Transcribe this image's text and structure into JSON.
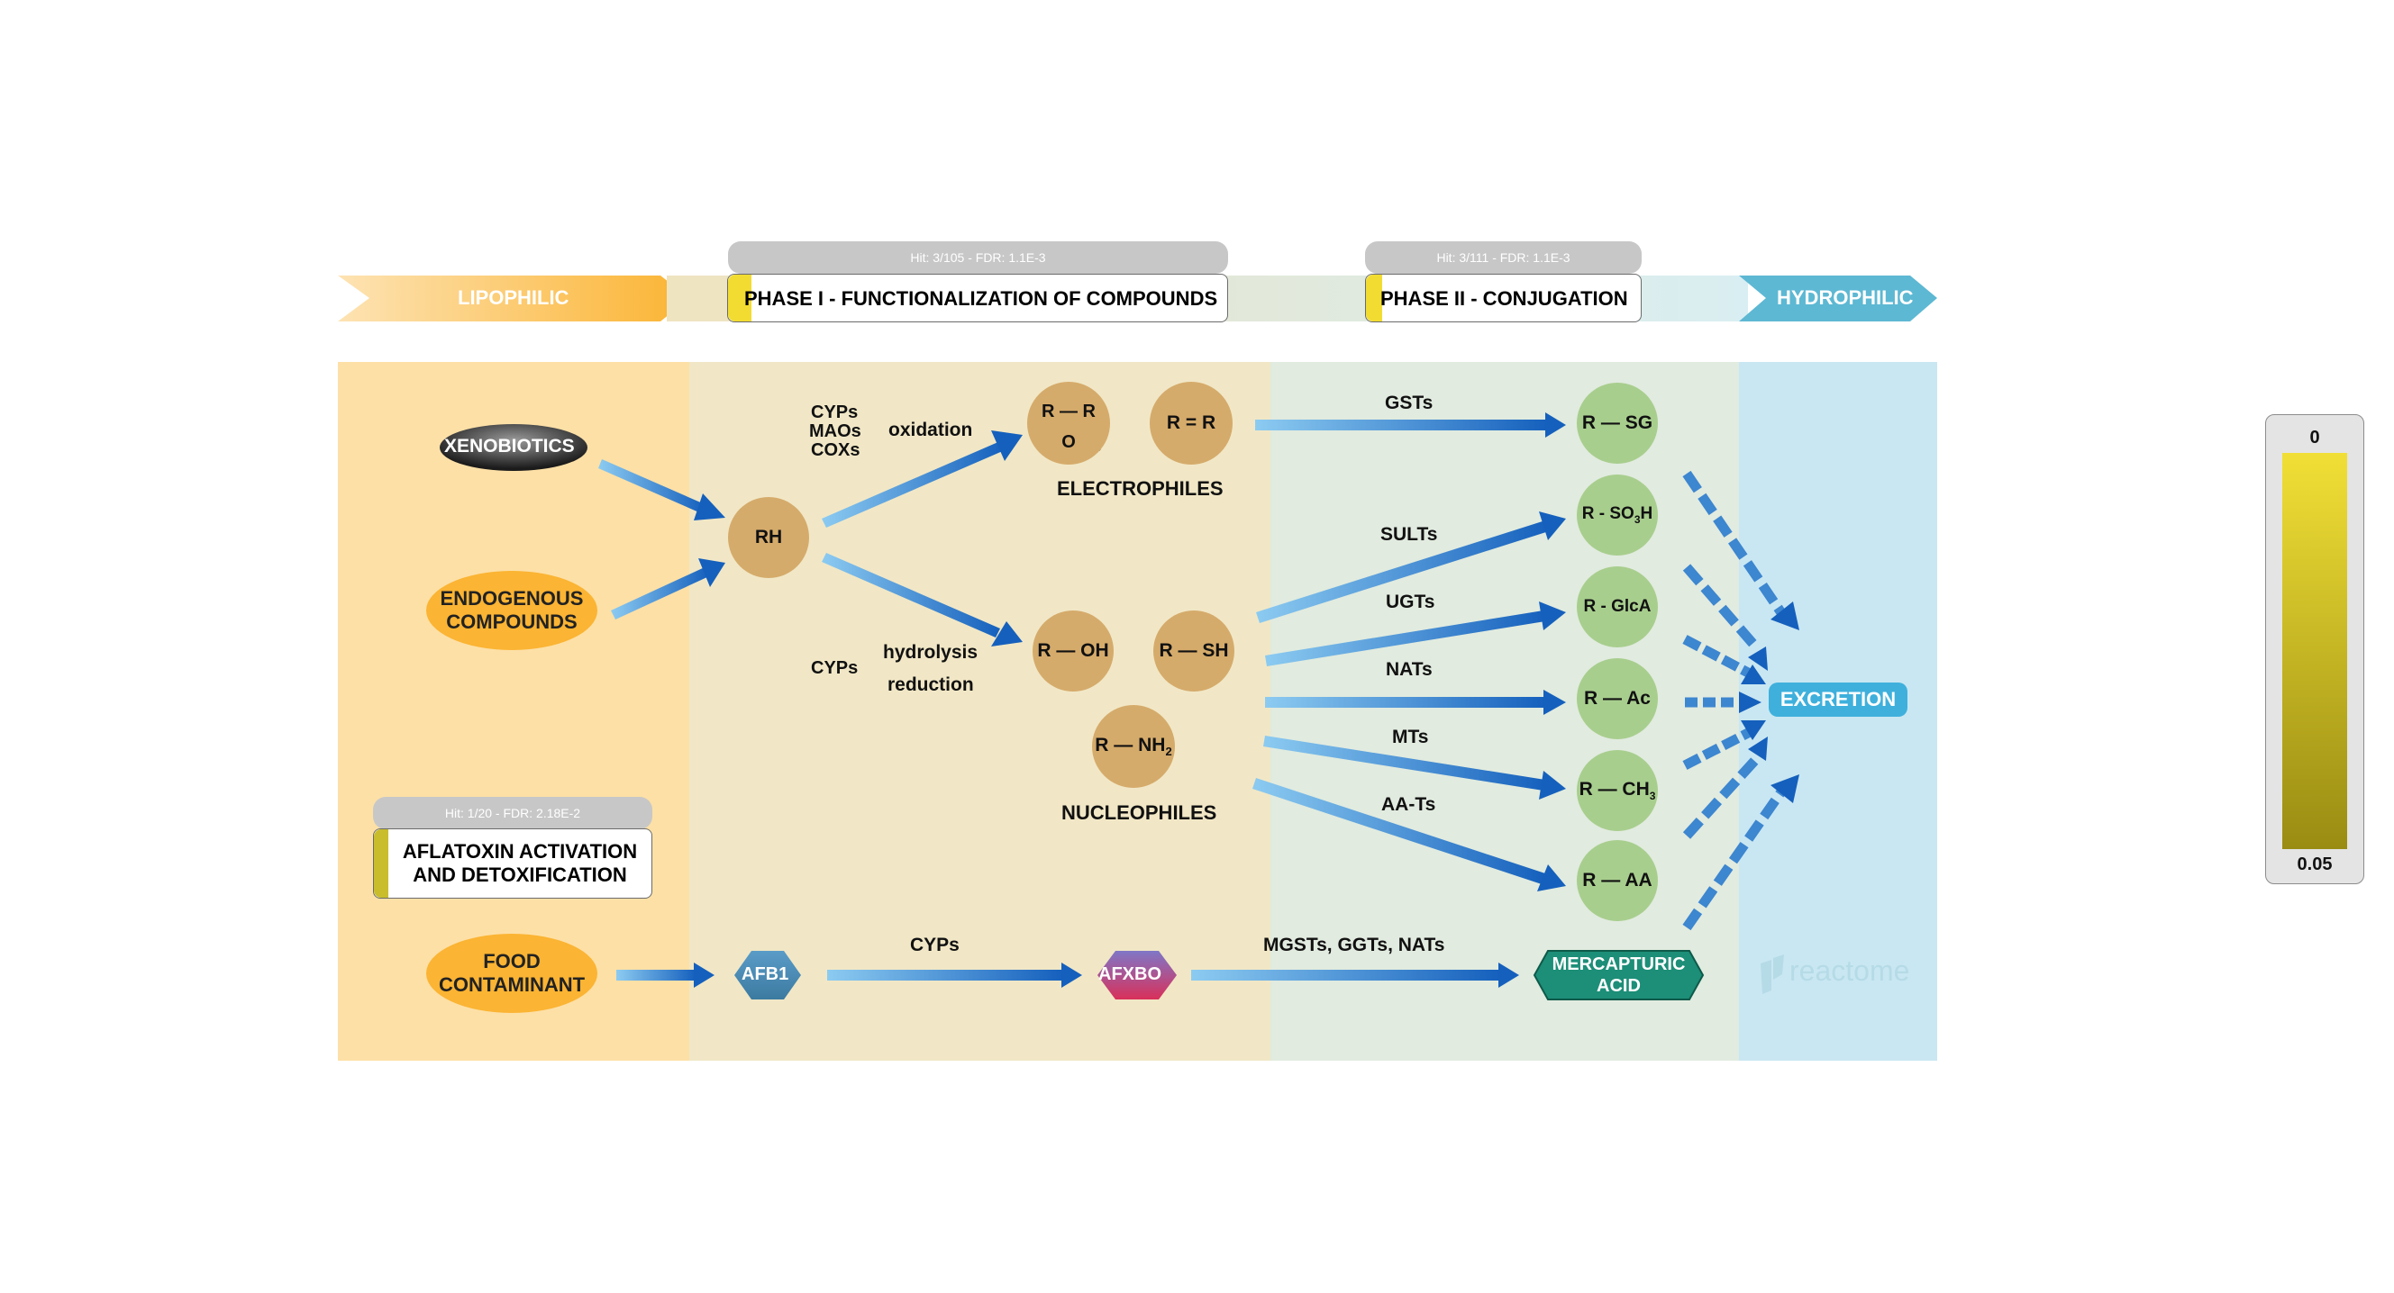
{
  "bands": {
    "lipophilic": "LIPOPHILIC",
    "hydrophilic": "HYDROPHILIC"
  },
  "phase1": {
    "hit": "Hit: 3/105 - FDR: 1.1E-3",
    "title": "PHASE I - FUNCTIONALIZATION OF COMPOUNDS"
  },
  "phase2": {
    "hit": "Hit: 3/111 - FDR: 1.1E-3",
    "title": "PHASE II - CONJUGATION"
  },
  "aflatoxin": {
    "hit": "Hit: 1/20 - FDR: 2.18E-2",
    "title_line1": "AFLATOXIN ACTIVATION",
    "title_line2": "AND DETOXIFICATION"
  },
  "sources": {
    "xenobiotics": "XENOBIOTICS",
    "endogenous_line1": "ENDOGENOUS",
    "endogenous_line2": "COMPOUNDS",
    "food_line1": "FOOD",
    "food_line2": "CONTAMINANT"
  },
  "rh": "RH",
  "oxidation": {
    "enzymes": [
      "CYPs",
      "MAOs",
      "COXs"
    ],
    "process": "oxidation"
  },
  "hydrolysis": {
    "enzyme": "CYPs",
    "process1": "hydrolysis",
    "process2": "reduction"
  },
  "electrophiles": {
    "label": "ELECTROPHILES",
    "epoxide_top": "R — R",
    "epoxide_o": "O",
    "alkene": "R = R"
  },
  "nucleophiles": {
    "label": "NUCLEOPHILES",
    "oh": "R — OH",
    "sh": "R — SH",
    "nh2": "R — NH",
    "nh2_sub": "2"
  },
  "conjugation_enzymes": [
    "GSTs",
    "SULTs",
    "UGTs",
    "NATs",
    "MTs",
    "AA-Ts"
  ],
  "products": {
    "sg": "R — SG",
    "so3h": "R - SO",
    "so3h_sub": "3",
    "so3h_tail": "H",
    "glca": "R - GlcA",
    "ac": "R — Ac",
    "ch3": "R — CH",
    "ch3_sub": "3",
    "aa": "R — AA"
  },
  "excretion": "EXCRETION",
  "aflatoxin_path": {
    "afb1": "AFB1",
    "cyps": "CYPs",
    "afxbo": "AFXBO",
    "enzymes": "MGSTs, GGTs, NATs",
    "mercapturic_line1": "MERCAPTURIC",
    "mercapturic_line2": "ACID"
  },
  "branding": "reactome",
  "legend": {
    "top": "0",
    "bottom": "0.05"
  },
  "colors": {
    "lipophilic": "#fbb433",
    "phase1_zone": "#f0e6c4",
    "phase2_zone": "#e1ebdf",
    "hydrophilic": "#5db8d3",
    "arrow": "#1560bd",
    "tan_node": "#d5ab6b",
    "green_node": "#a8ce8e"
  }
}
